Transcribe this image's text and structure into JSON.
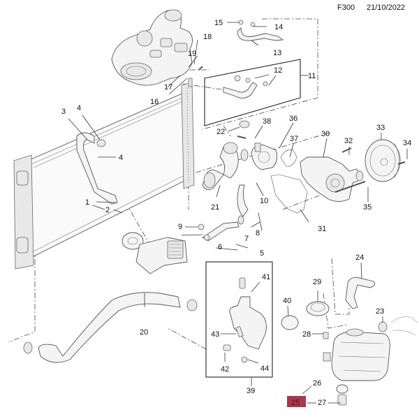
{
  "header": {
    "diagram_code": "F300",
    "date": "21/10/2022"
  },
  "highlight": {
    "part_number": "25",
    "color": "#a8384c"
  },
  "callouts": [
    {
      "id": "1",
      "label": "1"
    },
    {
      "id": "2",
      "label": "2"
    },
    {
      "id": "3",
      "label": "3"
    },
    {
      "id": "4a",
      "label": "4"
    },
    {
      "id": "4b",
      "label": "4"
    },
    {
      "id": "5",
      "label": "5"
    },
    {
      "id": "6",
      "label": "6"
    },
    {
      "id": "7",
      "label": "7"
    },
    {
      "id": "8",
      "label": "8"
    },
    {
      "id": "9",
      "label": "9"
    },
    {
      "id": "10",
      "label": "10"
    },
    {
      "id": "11",
      "label": "11"
    },
    {
      "id": "12",
      "label": "12"
    },
    {
      "id": "13",
      "label": "13"
    },
    {
      "id": "14",
      "label": "14"
    },
    {
      "id": "15",
      "label": "15"
    },
    {
      "id": "16",
      "label": "16"
    },
    {
      "id": "17",
      "label": "17"
    },
    {
      "id": "18",
      "label": "18"
    },
    {
      "id": "19",
      "label": "19"
    },
    {
      "id": "20",
      "label": "20"
    },
    {
      "id": "21",
      "label": "21"
    },
    {
      "id": "22",
      "label": "22"
    },
    {
      "id": "23",
      "label": "23"
    },
    {
      "id": "24",
      "label": "24"
    },
    {
      "id": "25",
      "label": "25"
    },
    {
      "id": "26",
      "label": "26"
    },
    {
      "id": "27",
      "label": "27"
    },
    {
      "id": "28",
      "label": "28"
    },
    {
      "id": "29",
      "label": "29"
    },
    {
      "id": "30",
      "label": "30"
    },
    {
      "id": "31",
      "label": "31"
    },
    {
      "id": "32",
      "label": "32"
    },
    {
      "id": "33",
      "label": "33"
    },
    {
      "id": "34",
      "label": "34"
    },
    {
      "id": "35",
      "label": "35"
    },
    {
      "id": "36",
      "label": "36"
    },
    {
      "id": "37",
      "label": "37"
    },
    {
      "id": "38",
      "label": "38"
    },
    {
      "id": "39",
      "label": "39"
    },
    {
      "id": "40",
      "label": "40"
    },
    {
      "id": "41",
      "label": "41"
    },
    {
      "id": "42",
      "label": "42"
    },
    {
      "id": "43",
      "label": "43"
    },
    {
      "id": "44",
      "label": "44"
    }
  ]
}
